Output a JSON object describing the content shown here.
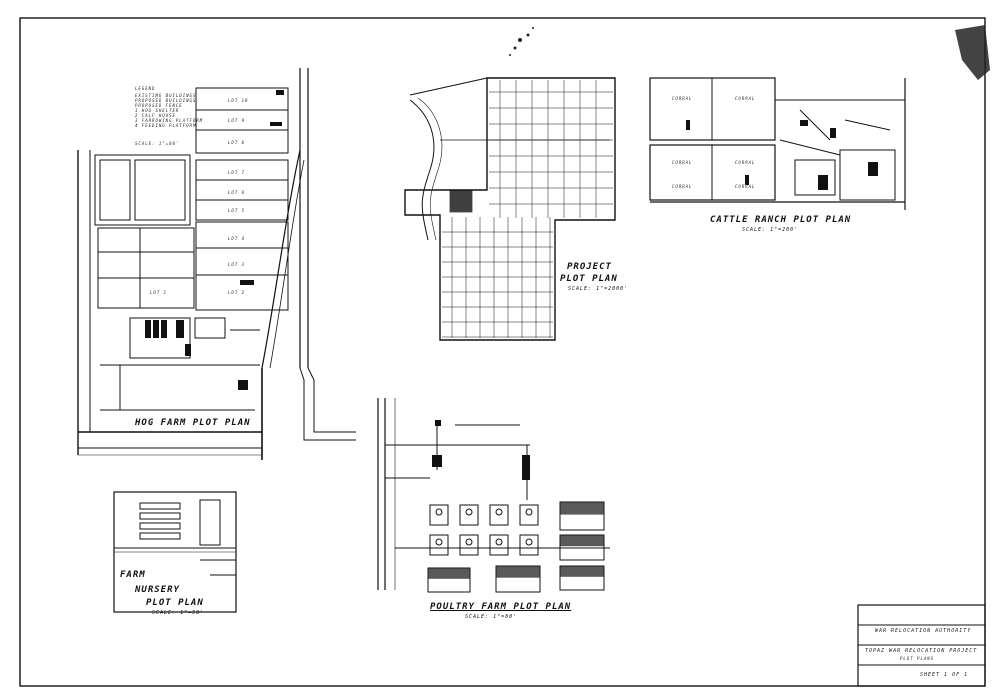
{
  "sheet": {
    "title_block": {
      "line1": "WAR RELOCATION AUTHORITY",
      "line2": "TOPAZ WAR RELOCATION PROJECT",
      "line3": "PLOT PLANS",
      "sheet_no": "SHEET 1 OF 1"
    }
  },
  "hog_farm": {
    "title": "HOG FARM PLOT PLAN",
    "legend": {
      "heading": "LEGEND",
      "items": [
        "EXISTING BUILDINGS",
        "PROPOSED BUILDINGS",
        "PROPOSED FENCE",
        "1  HOG SHELTER",
        "2  CALF HOUSE",
        "3  FARROWING PLATFORM",
        "4  FEEDING PLATFORM"
      ],
      "scale": "SCALE: 1\"=80'"
    },
    "lot_labels": [
      "LOT 10",
      "LOT 9",
      "LOT 8",
      "LOT 7",
      "LOT 6",
      "LOT 5",
      "LOT 4",
      "LOT 3",
      "LOT 2",
      "LOT 1"
    ]
  },
  "project": {
    "title_line1": "PROJECT",
    "title_line2": "PLOT PLAN",
    "scale": "SCALE: 1\"=2000'"
  },
  "cattle_ranch": {
    "title": "CATTLE RANCH PLOT PLAN",
    "scale": "SCALE: 1\"=200'",
    "paddock_labels": [
      "CORRAL",
      "CORRAL",
      "CORRAL",
      "CORRAL",
      "CORRAL",
      "CORRAL"
    ]
  },
  "nursery": {
    "title_line1": "FARM",
    "title_line2": "NURSERY",
    "title_line3": "PLOT PLAN",
    "scale": "SCALE: 1\"=50'"
  },
  "poultry": {
    "title": "POULTRY FARM PLOT PLAN",
    "scale": "SCALE: 1\"=80'"
  }
}
